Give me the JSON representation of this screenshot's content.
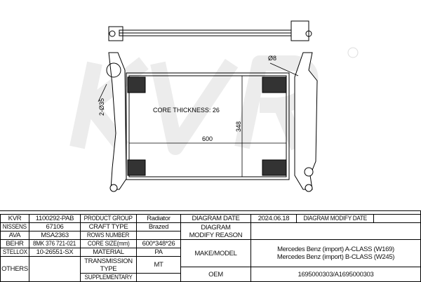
{
  "drawing": {
    "watermark": "KVR",
    "core_thickness_label": "CORE THICKNESS: 26",
    "width_dim": "600",
    "height_dim": "348",
    "pipe_dim": "Ø8",
    "hole_dim": "2-Ø35"
  },
  "table": {
    "kvr_label": "KVR",
    "kvr_value": "1100292-PAB",
    "nissens_label": "NISSENS",
    "nissens_value": "67106",
    "ava_label": "AVA",
    "ava_value": "MSA2363",
    "behr_label": "BEHR",
    "behr_value": "8MK 376 721-021",
    "stellox_label": "STELLOX",
    "stellox_value": "10-26551-SX",
    "others_label": "OTHERS",
    "others_value": "",
    "product_group_label": "PRODUCT GROUP",
    "product_group_value": "Radiator",
    "craft_type_label": "CRAFT TYPE",
    "craft_type_value": "Brazed",
    "rows_number_label": "ROWS NUMBER",
    "rows_number_value": "",
    "core_size_label": "CORE SIZE(mm)",
    "core_size_value": "600*348*26",
    "material_label": "MATERIAL",
    "material_value": "PA",
    "transmission_label": "TRANSMISSION TYPE",
    "transmission_value": "MT",
    "supplementary_label": "SUPPLEMENTARY",
    "supplementary_value": "",
    "diagram_date_label": "DIAGRAM DATE",
    "diagram_date_value": "2024.06.18",
    "modify_date_label": "DIAGRAM MODIFY DATE",
    "modify_date_value": "",
    "modify_reason_label": "DIAGRAM MODIFY REASON",
    "modify_reason_value": "",
    "make_model_label": "MAKE/MODEL",
    "make_model_values": [
      "Mercedes Benz (import) A-CLASS (W169)",
      "Mercedes Benz (import) B-CLASS (W245)"
    ],
    "oem_label": "OEM",
    "oem_value": "1695000303/A1695000303"
  }
}
